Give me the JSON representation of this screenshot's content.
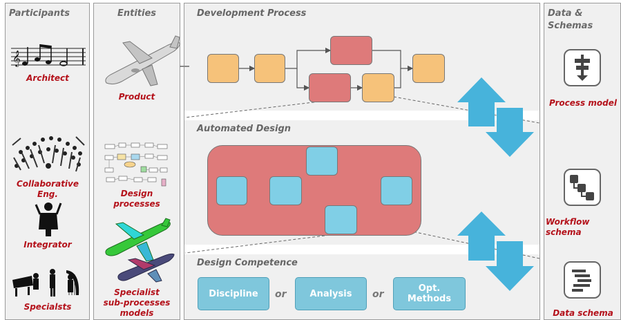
{
  "headers": {
    "participants": "Participants",
    "entities": "Entities",
    "data_schemas_line1": "Data &",
    "data_schemas_line2": "Schemas"
  },
  "participants": {
    "architect": "Architect",
    "collab_eng": "Collaborative Eng.",
    "integrator": "Integrator",
    "specialists": "Specialsts"
  },
  "entities": {
    "product": "Product",
    "design_processes_1": "Design",
    "design_processes_2": "processes",
    "specialist_1": "Specialist",
    "specialist_2": "sub-processes",
    "specialist_3": "models"
  },
  "sections": {
    "development": "Development Process",
    "automated": "Automated Design",
    "competence": "Design Competence"
  },
  "competence": {
    "discipline": "Discipline",
    "analysis": "Analysis",
    "opt_1": "Opt.",
    "opt_2": "Methods",
    "or": "or"
  },
  "schemas": {
    "process_model": "Process model",
    "workflow_schema": "Workflow schema",
    "data_schema": "Data schema"
  },
  "colors": {
    "orange": "#f6c27a",
    "red": "#de7a7a",
    "blue_box": "#80cfe6",
    "arrow_blue": "#47b3db",
    "label_red": "#b4121b"
  }
}
